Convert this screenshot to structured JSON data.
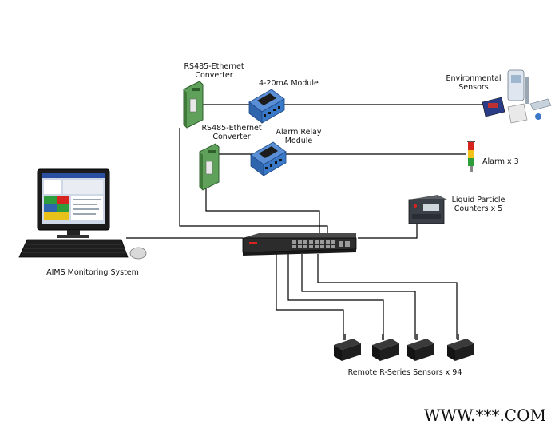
{
  "labels": {
    "converter_1": [
      "RS485-Ethernet",
      "Converter"
    ],
    "module_4_20": "4-20mA Module",
    "environmental": [
      "Environmental",
      "Sensors"
    ],
    "converter_2": [
      "RS485-Ethernet",
      "Converter"
    ],
    "alarm_relay": [
      "Alarm Relay",
      "Module"
    ],
    "alarm": "Alarm x 3",
    "liquid": [
      "Liquid Particle",
      "Counters x 5"
    ],
    "aims": "AIMS Monitoring System",
    "remote": "Remote R-Series Sensors x 94"
  },
  "watermark": "WWW.***.COM",
  "colors": {
    "wire": "#000000",
    "converter_green": "#5fa15a",
    "module_blue": "#3a78c8",
    "switch_body": "#2c2c2c",
    "screen_green": "#2e9e3c",
    "screen_red": "#d8241e",
    "sensor_body": "#1e1e1e",
    "alarm_red": "#d8241e",
    "alarm_yellow": "#f2c21a",
    "alarm_green": "#2e9e3c"
  }
}
